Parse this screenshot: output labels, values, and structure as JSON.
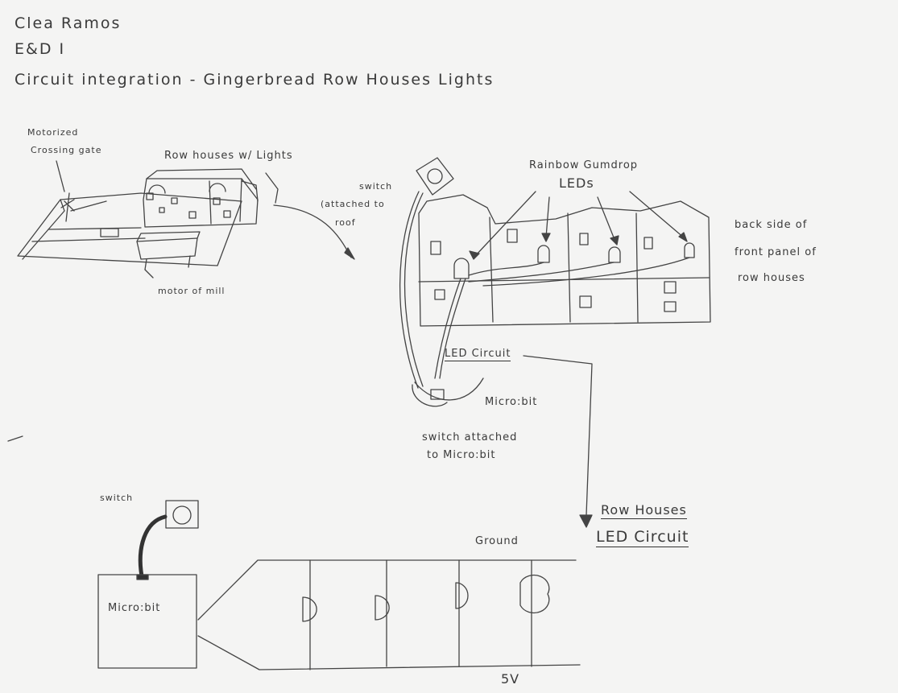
{
  "header": {
    "name": "Clea Ramos",
    "course": "E&D I",
    "title": "Circuit integration - Gingerbread Row Houses Lights"
  },
  "sketch1": {
    "motorized_crossing_line1": "Motorized",
    "motorized_crossing_line2": "Crossing gate",
    "row_houses_lights": "Row houses w/ Lights",
    "motor_of_mill": "motor of mill"
  },
  "sketch2": {
    "switch_label": "switch",
    "attached_to_roof_line1": "(attached to",
    "attached_to_roof_line2": "roof",
    "rainbow_gumdrop_line1": "Rainbow Gumdrop",
    "rainbow_gumdrop_line2": "LEDs",
    "back_side_line1": "back side of",
    "back_side_line2": "front panel of",
    "back_side_line3": "row houses",
    "led_circuit": "LED Circuit",
    "microbit": "Micro:bit",
    "switch_attached_line1": "switch attached",
    "switch_attached_line2": "to Micro:bit"
  },
  "sketch3": {
    "row_houses_line1": "Row Houses",
    "row_houses_line2": "LED Circuit"
  },
  "schematic": {
    "switch_label": "switch",
    "microbit": "Micro:bit",
    "ground": "Ground",
    "supply": "5V"
  }
}
